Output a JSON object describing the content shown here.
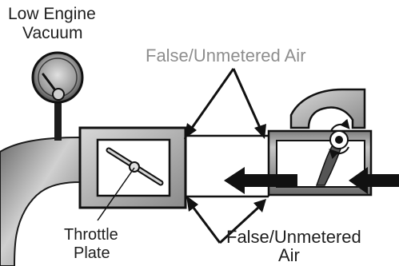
{
  "labels": {
    "gauge_line1": "Low Engine",
    "gauge_line2": "Vacuum",
    "false_air_top": "False/Unmetered Air",
    "throttle_line1": "Throttle",
    "throttle_line2": "Plate",
    "false_air_bottom_line1": "False/Unmetered",
    "false_air_bottom_line2": "Air"
  },
  "colors": {
    "metal": "#9a9a9a",
    "outline": "#1a1a1a",
    "gauge_face": "#ffffff",
    "label_gray": "#8e8e8e"
  },
  "icons": [
    "vacuum-gauge-icon",
    "throttle-plate-icon",
    "airflow-arrow-icon",
    "sensor-flap-icon"
  ]
}
